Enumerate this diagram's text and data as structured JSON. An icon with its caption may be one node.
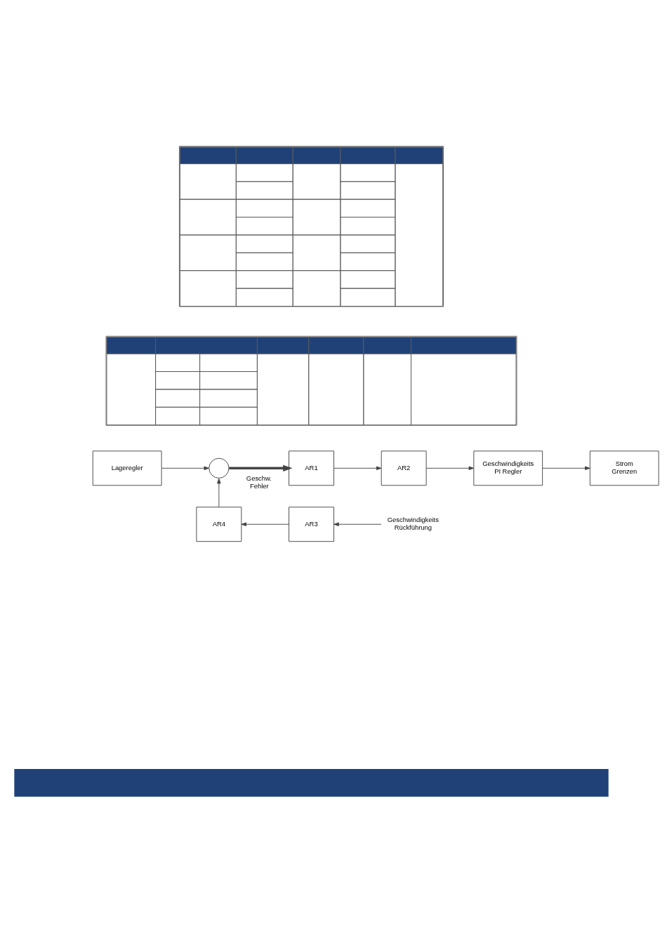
{
  "diagram": {
    "nodes": [
      {
        "text": [],
        "shape": "table"
      },
      {
        "text": [],
        "shape": "table"
      },
      {
        "text": [
          "Lageregler"
        ]
      },
      {
        "text": [],
        "shape": "circle"
      },
      {
        "text": [
          "AR1"
        ]
      },
      {
        "text": [
          "AR2"
        ]
      },
      {
        "text": [
          "Geschwindigkeits PI Regler"
        ]
      },
      {
        "text": [
          "Strom Grenzen"
        ]
      },
      {
        "text": [
          "AR4"
        ]
      },
      {
        "text": [
          "AR3"
        ]
      },
      {
        "text": [
          "Geschwindigkeits Rückführung"
        ]
      },
      {
        "text": [],
        "shape": "bar"
      }
    ],
    "edges": [
      {
        "from": 2,
        "to": 3,
        "arrow": "to"
      },
      {
        "from": 3,
        "to": 4,
        "arrow": "to",
        "label": "Geschw. Fehler",
        "style": "thick"
      },
      {
        "from": 4,
        "to": 5,
        "arrow": "to"
      },
      {
        "from": 5,
        "to": 6,
        "arrow": "to"
      },
      {
        "from": 6,
        "to": 7,
        "arrow": "to"
      },
      {
        "from": 10,
        "to": 9,
        "arrow": "to"
      },
      {
        "from": 9,
        "to": 8,
        "arrow": "to"
      },
      {
        "from": 8,
        "to": 3,
        "arrow": "to"
      }
    ]
  }
}
